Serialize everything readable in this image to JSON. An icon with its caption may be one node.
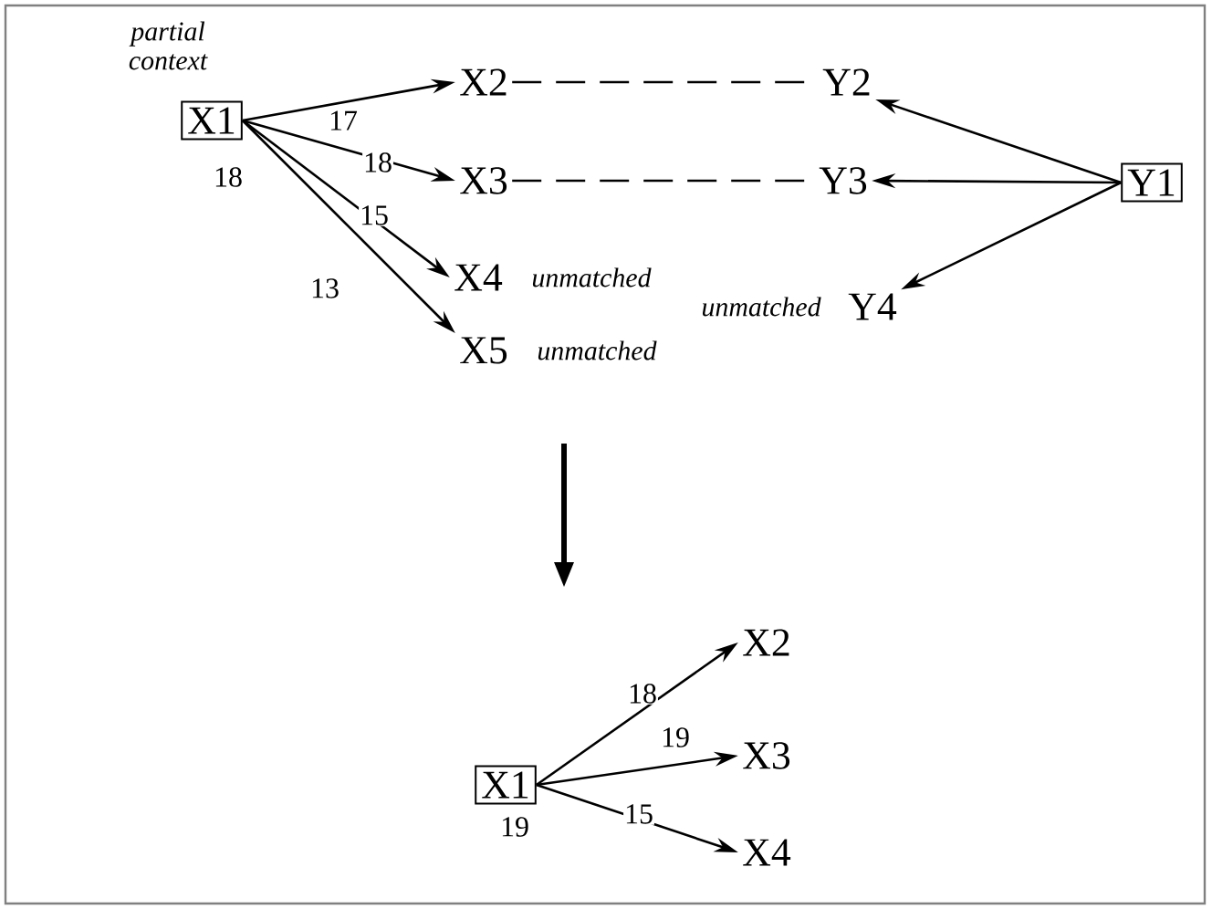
{
  "diagram": {
    "nodes": [
      {
        "text": [
          "X1"
        ],
        "beside": [
          "partial context",
          "18"
        ]
      },
      {
        "text": [
          "X2"
        ]
      },
      {
        "text": [
          "X3"
        ]
      },
      {
        "text": [
          "X4"
        ],
        "beside": [
          "unmatched"
        ]
      },
      {
        "text": [
          "X5"
        ],
        "beside": [
          "unmatched"
        ]
      },
      {
        "text": [
          "Y2"
        ]
      },
      {
        "text": [
          "Y3"
        ]
      },
      {
        "text": [
          "Y4"
        ],
        "beside": [
          "unmatched"
        ]
      },
      {
        "text": [
          "Y1"
        ]
      },
      {
        "text": [
          "X1"
        ],
        "beside": [
          "19"
        ]
      },
      {
        "text": [
          "X2"
        ]
      },
      {
        "text": [
          "X3"
        ]
      },
      {
        "text": [
          "X4"
        ]
      }
    ],
    "edges": [
      {
        "from": 0,
        "to": 1,
        "arrow": "to",
        "label": "17"
      },
      {
        "from": 0,
        "to": 2,
        "arrow": "to",
        "label": "18"
      },
      {
        "from": 0,
        "to": 3,
        "arrow": "to",
        "label": "15"
      },
      {
        "from": 0,
        "to": 4,
        "arrow": "to",
        "label": "13"
      },
      {
        "from": 1,
        "to": 5,
        "arrow": "none",
        "style": "dashed"
      },
      {
        "from": 2,
        "to": 6,
        "arrow": "none",
        "style": "dashed"
      },
      {
        "from": 8,
        "to": 5,
        "arrow": "to"
      },
      {
        "from": 8,
        "to": 6,
        "arrow": "to"
      },
      {
        "from": 8,
        "to": 7,
        "arrow": "to"
      },
      {
        "from": 9,
        "to": 10,
        "arrow": "to",
        "label": "18"
      },
      {
        "from": 9,
        "to": 11,
        "arrow": "to",
        "label": "19"
      },
      {
        "from": 9,
        "to": 12,
        "arrow": "to",
        "label": "15"
      }
    ]
  }
}
